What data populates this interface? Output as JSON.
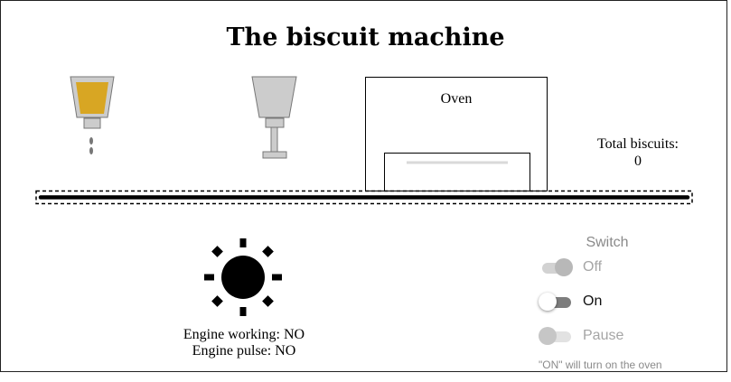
{
  "title": "The biscuit machine",
  "oven": {
    "label": "Oven"
  },
  "counter": {
    "label": "Total biscuits:",
    "value": "0"
  },
  "engine": {
    "icon": "sun-icon",
    "working_text": "Engine working: NO",
    "pulse_text": "Engine pulse: NO"
  },
  "machines": {
    "extruder_icon": "extruder-icon",
    "stamper_icon": "stamper-icon"
  },
  "switch": {
    "title": "Switch",
    "options": [
      {
        "label": "Off",
        "state": "on",
        "disabled": true
      },
      {
        "label": "On",
        "state": "off",
        "disabled": false
      },
      {
        "label": "Pause",
        "state": "off",
        "disabled": true
      }
    ],
    "hint": "\"ON\" will turn on the oven"
  },
  "colors": {
    "dough": "#d8a623",
    "machine_gray": "#cccccc",
    "belt": "#000000"
  }
}
